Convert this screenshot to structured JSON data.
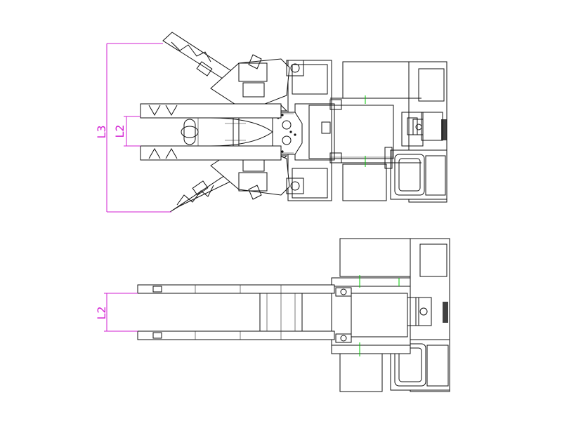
{
  "dimensions": {
    "top_view_expanded": {
      "l3_label": "L3",
      "l2_label": "L2"
    },
    "top_view_retracted": {
      "l2_label": "L2"
    }
  },
  "colors": {
    "dimension_line": "#d21fd2",
    "track_highlight": "#00c800",
    "outline": "#111111",
    "background": "#ffffff"
  }
}
